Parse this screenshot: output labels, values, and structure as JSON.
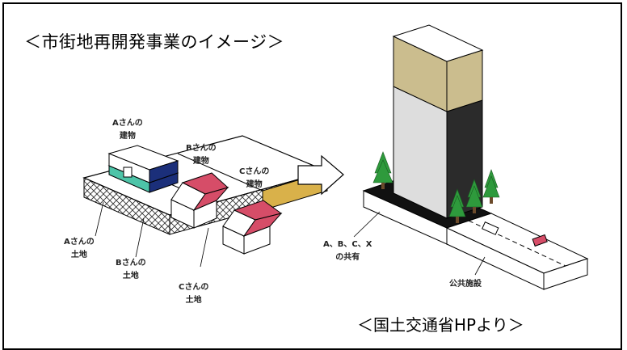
{
  "title": "＜市街地再開発事業のイメージ＞",
  "credit": "＜国土交通省HPより＞",
  "labels": {
    "a_building": [
      "Aさんの",
      "建物"
    ],
    "b_building": [
      "Bさんの",
      "建物"
    ],
    "c_building": [
      "Cさんの",
      "建物"
    ],
    "a_land": [
      "Aさんの",
      "土地"
    ],
    "b_land": [
      "Bさんの",
      "土地"
    ],
    "c_land": [
      "Cさんの",
      "土地"
    ],
    "shared": [
      "A、B、C、X",
      "の共有"
    ],
    "public": "公共施設"
  },
  "colors": {
    "tower_top": "#cbbd8e",
    "tower_side": "#2b2b2b",
    "roof": "#d64d68",
    "teal": "#4dc4a8",
    "navy": "#1b2f7a",
    "tree": "#2e9a3c",
    "land_c_side": "#d9b14a"
  }
}
